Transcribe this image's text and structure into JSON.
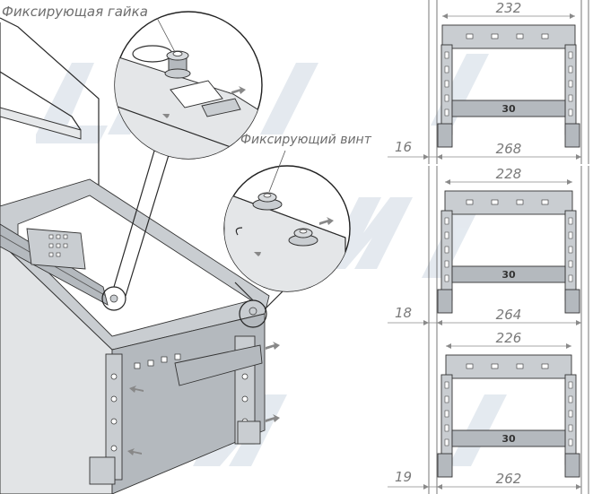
{
  "labels": {
    "lock_nut": "Фиксирующая гайка",
    "lock_screw": "Фиксирующий винт"
  },
  "frames": [
    {
      "width_top": "232",
      "width_bottom": "268",
      "offset": "16",
      "code": "30"
    },
    {
      "width_top": "228",
      "width_bottom": "264",
      "offset": "18",
      "code": "30"
    },
    {
      "width_top": "226",
      "width_bottom": "262",
      "offset": "19",
      "code": "30"
    }
  ],
  "colors": {
    "watermark": "#9fb4c8",
    "metal": "#c9cdd1",
    "line": "#2a2a2a"
  }
}
